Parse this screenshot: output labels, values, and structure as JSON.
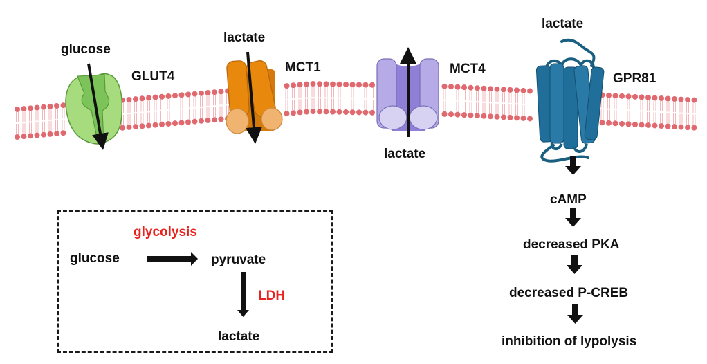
{
  "figure": {
    "membrane": {
      "head_color": "#e0696f",
      "tail_color": "#f2b8bb"
    },
    "proteins": [
      {
        "id": "glut4",
        "name": "GLUT4",
        "substrate": "glucose",
        "direction": "into cell",
        "colors": {
          "body": "#a7dc7e",
          "core": "#7cc45a",
          "edge": "#5a9a3c"
        }
      },
      {
        "id": "mct1",
        "name": "MCT1",
        "substrate": "lactate",
        "direction": "into cell",
        "colors": {
          "body": "#e8890e",
          "lobe": "#f0b470",
          "edge": "#b8660a"
        }
      },
      {
        "id": "mct4",
        "name": "MCT4",
        "substrate": "lactate",
        "direction": "out of cell",
        "colors": {
          "body": "#b6abe6",
          "core": "#8f7fd6",
          "lobe": "#d8d2f2",
          "edge": "#7a6fb8"
        }
      },
      {
        "id": "gpr81",
        "name": "GPR81",
        "ligand": "lactate",
        "type": "receptor",
        "colors": {
          "body": "#1f6f9a",
          "edge": "#144f70"
        }
      }
    ],
    "labels": {
      "glucose_top": "glucose",
      "glut4": "GLUT4",
      "lactate_mct1": "lactate",
      "mct1": "MCT1",
      "mct4": "MCT4",
      "lactate_mct4": "lactate",
      "lactate_gpr81": "lactate",
      "gpr81": "GPR81"
    },
    "signaling_cascade": {
      "steps": [
        "cAMP",
        "decreased PKA",
        "decreased P-CREB",
        "inhibition of lypolysis"
      ]
    },
    "glycolysis_box": {
      "glucose": "glucose",
      "glycolysis": "glycolysis",
      "pyruvate": "pyruvate",
      "ldh": "LDH",
      "lactate": "lactate",
      "highlight_color": "#e8231f"
    }
  }
}
